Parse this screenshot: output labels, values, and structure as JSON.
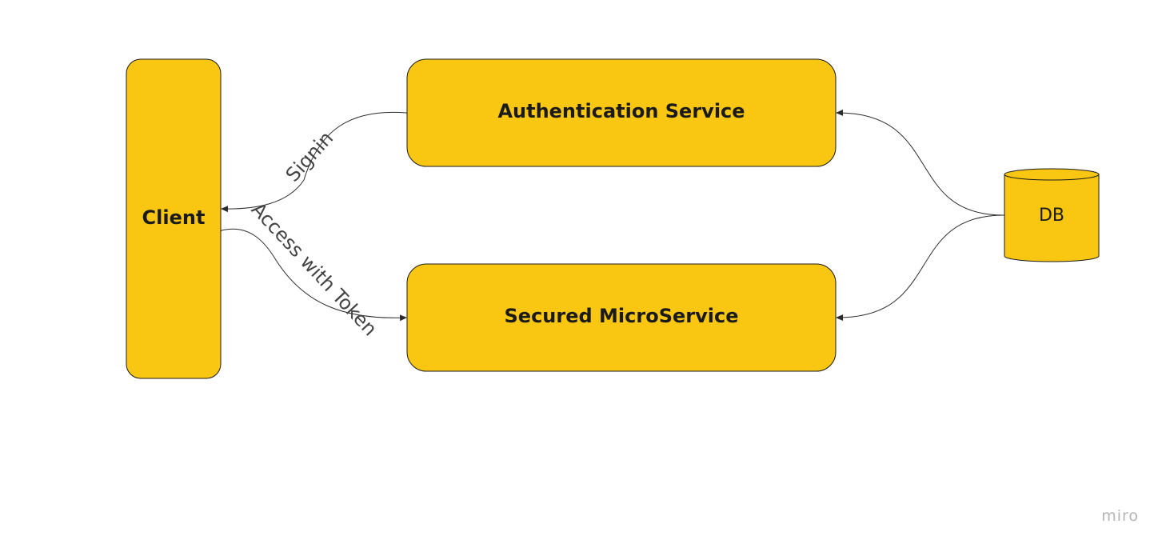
{
  "diagram": {
    "nodes": {
      "client": {
        "label": "Client"
      },
      "auth": {
        "label": "Authentication Service"
      },
      "secured": {
        "label": "Secured MicroService"
      },
      "db": {
        "label": "DB"
      }
    },
    "edges": {
      "signin": {
        "label": "Signin",
        "from": "auth",
        "to": "client"
      },
      "access": {
        "label": "Access with Token",
        "from": "client",
        "to": "secured"
      },
      "auth_db": {
        "from": "db",
        "to": "auth"
      },
      "secured_db": {
        "from": "db",
        "to": "secured"
      }
    }
  },
  "colors": {
    "node_fill": "#f9c712",
    "node_stroke": "#1a1a1a",
    "edge": "#2b2b2b",
    "watermark": "#b5b5b5"
  },
  "watermark": "miro"
}
